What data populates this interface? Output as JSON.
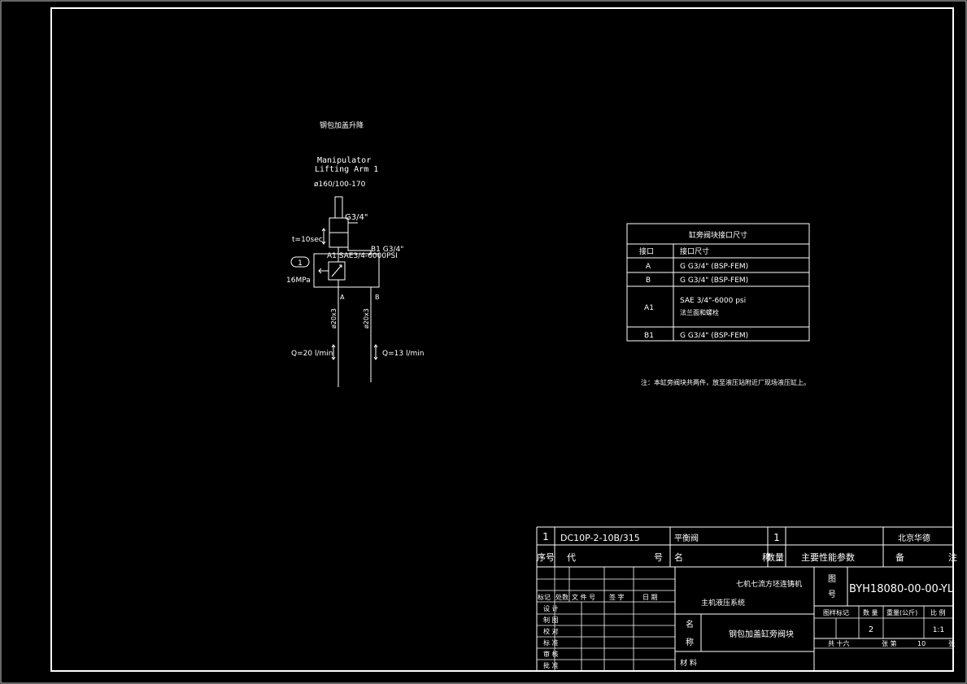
{
  "colors": {
    "background": "#000000",
    "line": "#ffffff"
  },
  "schematic": {
    "title": "钢包加盖升降",
    "cyl_name_1": "Manipulator",
    "cyl_name_2": "Lifting Arm 1",
    "cyl_size": "ø160/100-170",
    "port_top": "G3/4\"",
    "time": "t=10sec",
    "port_right": "B1  G3/4\"",
    "port_a1": "A1 SAE3/4-6000PSI",
    "circle_no": "1",
    "pressure": "16MPa",
    "label_a": "A",
    "label_b": "B",
    "pipe_a": "ø20x3",
    "pipe_b": "ø20x3",
    "flow_a": "Q=20 l/min",
    "flow_b": "Q=13 l/min"
  },
  "port_table": {
    "title": "缸旁阀块接口尺寸",
    "header": [
      "接口",
      "接口尺寸"
    ],
    "rows": [
      {
        "port": "A",
        "size": "G G3/4\" (BSP-FEM)",
        "note": ""
      },
      {
        "port": "B",
        "size": "G G3/4\" (BSP-FEM)",
        "note": ""
      },
      {
        "port": "A1",
        "size": "SAE 3/4\"-6000 psi",
        "note": "法兰面和螺栓"
      },
      {
        "port": "B1",
        "size": "G G3/4\" (BSP-FEM)",
        "note": ""
      }
    ]
  },
  "note": "注：本缸旁阀块共两件，放至液压站附近厂现场液压缸上。",
  "title_block": {
    "part_row": {
      "no": "1",
      "code": "DC10P-2-10B/315",
      "name": "平衡阀",
      "qty": "1",
      "remark": "北京华德"
    },
    "header_row": {
      "no": "序号",
      "code_1": "代",
      "code_2": "号",
      "name": "名",
      "qty_1": "称",
      "qty_2": "数量",
      "params": "主要性能参数",
      "remark_1": "备",
      "remark_2": "注"
    },
    "rev_header": [
      "标记",
      "处数",
      "文 件 号",
      "签  字",
      "日  期"
    ],
    "roles": [
      "设  计",
      "制  图",
      "校  对",
      "标  准",
      "审  核",
      "批  准"
    ],
    "project_1": "七机七流方坯连铸机",
    "project_2": "主机液压系统",
    "name_label_1": "名",
    "name_label_2": "称",
    "name_value": "钢包加盖缸旁阀块",
    "material_label": "材  料",
    "drawing_no_label_1": "图",
    "drawing_no_label_2": "号",
    "drawing_no": "BYH18080-00-00-YL",
    "meta_header": [
      "图样标记",
      "数  量",
      "重量(公斤)",
      "比  例"
    ],
    "quantity": "2",
    "scale": "1:1",
    "sheets_total": "共 十六",
    "sheet_label": "张  第",
    "sheet_no": "10",
    "sheet_suffix": "张"
  }
}
